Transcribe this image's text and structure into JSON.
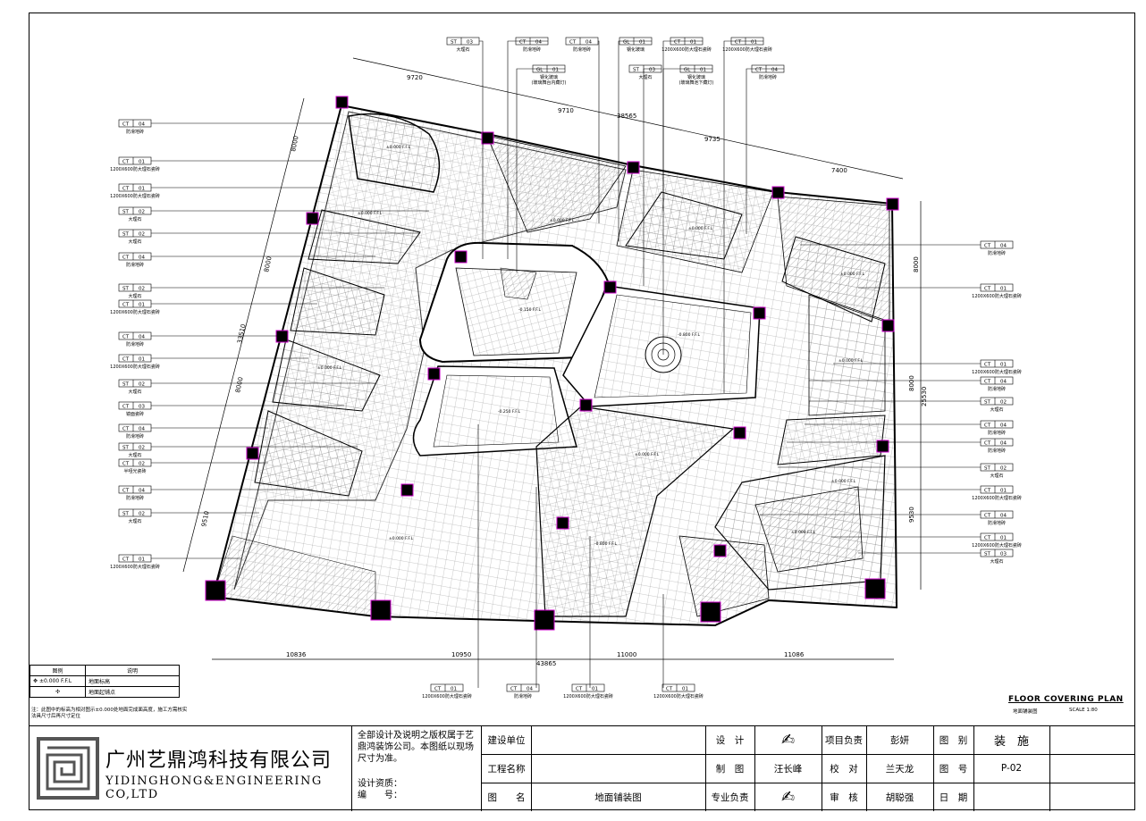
{
  "labels": {
    "ct04_a": {
      "code": "CT",
      "num": "04",
      "desc": "防滑地砖"
    },
    "ct01_b": {
      "code": "CT",
      "num": "01",
      "desc": "1200X600防大理石瓷砖"
    },
    "ct01_c": {
      "code": "CT",
      "num": "01",
      "desc": "1200X600防大理石瓷砖"
    },
    "st02_d": {
      "code": "ST",
      "num": "02",
      "desc": "大理石"
    },
    "st02_e": {
      "code": "ST",
      "num": "02",
      "desc": "大理石"
    },
    "ct04_f": {
      "code": "CT",
      "num": "04",
      "desc": "防滑地砖"
    },
    "st02_g": {
      "code": "ST",
      "num": "02",
      "desc": "大理石"
    },
    "ct01_h": {
      "code": "CT",
      "num": "01",
      "desc": "1200X600防大理石瓷砖"
    },
    "ct04_i": {
      "code": "CT",
      "num": "04",
      "desc": "防滑地砖"
    },
    "ct01_j": {
      "code": "CT",
      "num": "01",
      "desc": "1200X600防大理石瓷砖"
    },
    "st02_k": {
      "code": "ST",
      "num": "02",
      "desc": "大理石"
    },
    "ct03_l": {
      "code": "CT",
      "num": "03",
      "desc": "镜面瓷砖"
    },
    "ct04_m": {
      "code": "CT",
      "num": "04",
      "desc": "防滑地砖"
    },
    "st02_n": {
      "code": "ST",
      "num": "02",
      "desc": "大理石"
    },
    "ct02_o": {
      "code": "CT",
      "num": "02",
      "desc": "半哑光瓷砖"
    },
    "ct04_p": {
      "code": "CT",
      "num": "04",
      "desc": "防滑地砖"
    },
    "st02_q": {
      "code": "ST",
      "num": "02",
      "desc": "大理石"
    },
    "ct01_r": {
      "code": "CT",
      "num": "01",
      "desc": "1200X600防大理石瓷砖"
    },
    "st03_t1": {
      "code": "ST",
      "num": "03",
      "desc": "大理石"
    },
    "ct04_t2": {
      "code": "CT",
      "num": "04",
      "desc": "防滑地砖"
    },
    "gl01_t3": {
      "code": "GL",
      "num": "01",
      "desc": "钢化玻璃"
    },
    "ct04_t4": {
      "code": "CT",
      "num": "04",
      "desc": "防滑地砖"
    },
    "gl01_t5": {
      "code": "GL",
      "num": "01",
      "desc": "钢化玻璃",
      "desc2": "(玻璃舞台内藏灯)"
    },
    "ct01_t6": {
      "code": "CT",
      "num": "01",
      "desc": "1200X600防大理石瓷砖"
    },
    "ct01_t7": {
      "code": "CT",
      "num": "01",
      "desc": "1200X600防大理石瓷砖"
    },
    "st03_t8": {
      "code": "ST",
      "num": "03",
      "desc": "大理石"
    },
    "gl01_t9": {
      "code": "GL",
      "num": "01",
      "desc": "钢化玻璃",
      "desc2": "(玻璃舞池下藏灯)"
    },
    "ct04_t10": {
      "code": "CT",
      "num": "04",
      "desc": "防滑地砖"
    },
    "ct04_r1": {
      "code": "CT",
      "num": "04",
      "desc": "防滑地砖"
    },
    "ct01_r2": {
      "code": "CT",
      "num": "01",
      "desc": "1200X600防大理石瓷砖"
    },
    "ct01_r3": {
      "code": "CT",
      "num": "01",
      "desc": "1200X600防大理石瓷砖"
    },
    "ct04_r4": {
      "code": "CT",
      "num": "04",
      "desc": "防滑地砖"
    },
    "st02_r5": {
      "code": "ST",
      "num": "02",
      "desc": "大理石"
    },
    "ct04_r6": {
      "code": "CT",
      "num": "04",
      "desc": "防滑地砖"
    },
    "ct04_r7": {
      "code": "CT",
      "num": "04",
      "desc": "防滑地砖"
    },
    "st02_r8": {
      "code": "ST",
      "num": "02",
      "desc": "大理石"
    },
    "ct01_r9": {
      "code": "CT",
      "num": "01",
      "desc": "1200X600防大理石瓷砖"
    },
    "ct04_r10": {
      "code": "CT",
      "num": "04",
      "desc": "防滑地砖"
    },
    "ct01_r11": {
      "code": "CT",
      "num": "01",
      "desc": "1200X600防大理石瓷砖"
    },
    "st03_r12": {
      "code": "ST",
      "num": "03",
      "desc": "大理石"
    },
    "ct01_b1": {
      "code": "CT",
      "num": "01",
      "desc": "1200X600防大理石瓷砖"
    },
    "ct04_b2": {
      "code": "CT",
      "num": "04",
      "desc": "防滑地砖"
    },
    "ct01_b3": {
      "code": "CT",
      "num": "01",
      "desc": "1200X600防大理石瓷砖"
    },
    "ct01_b4": {
      "code": "CT",
      "num": "01",
      "desc": "1200X600防大理石瓷砖"
    }
  },
  "dims": {
    "top_9720": "9720",
    "top_9710": "9710",
    "top_38565": "38565",
    "top_9735": "9735",
    "top_7400": "7400",
    "left_8000a": "8000",
    "left_8000b": "8000",
    "left_33510": "33510",
    "left_8000c": "8000",
    "left_9510": "9510",
    "right_8000a": "8000",
    "right_8000b": "8000",
    "right_25530": "25530",
    "right_9530": "9530",
    "bot_10836": "10836",
    "bot_10950": "10950",
    "bot_11000": "11000",
    "bot_11086": "11086",
    "bot_43865": "43865"
  },
  "elevations": {
    "e1": "±0.000 F.F.L",
    "e2": "±0.000 F.F.L",
    "e3": "-0.150 F.F.L",
    "e4": "±0.000 F.F.L",
    "e5": "±0.000 F.F.L",
    "e6": "±0.000 F.F.L",
    "e7": "±0.000 F.F.L",
    "e8": "-0.800 F.F.L",
    "e9": "±0.000 F.F.L",
    "e10": "-0.250 F.F.L",
    "e11": "±0.000 F.F.L",
    "e12": "±0.000 F.F.L",
    "e13": "±0.000 F.F.L",
    "e14": "±0.000 F.F.L",
    "e15": "-0.800 F.F.L"
  },
  "legend": {
    "col1": "图例",
    "col2": "说明",
    "row1_symbol": "±0.000 F.F.L",
    "row1_desc": "地面标高",
    "row2_desc": "地面起铺点",
    "note": "注：此图中的标高为相对图示±0.000处地面完成面高度，施工方需核实法具尺寸后再尺寸定位"
  },
  "drawing": {
    "title": "FLOOR COVERING PLAN",
    "subtitle": "地面铺装图",
    "scale": "SCALE 1:80"
  },
  "titleblock": {
    "company_cn": "广州艺鼎鸿科技有限公司",
    "company_en": "YIDINGHONG&ENGINEERING CO,LTD",
    "copyright": "全部设计及说明之版权属于艺鼎鸿装饰公司。本图纸以现场尺寸为准。",
    "qual_label": "设计资质：",
    "num_label": "编　　号：",
    "client_label": "建设单位",
    "project_label": "工程名称",
    "drawing_label": "图　　名",
    "drawing_name": "地面铺装图",
    "design_label": "设　计",
    "draw_label": "制　图",
    "drafter": "汪长峰",
    "lead_label": "专业负责",
    "pm_label": "项目负责",
    "pm_name": "彭妍",
    "check_label": "校　对",
    "checker": "兰天龙",
    "review_label": "审　核",
    "reviewer": "胡聪强",
    "cat_label": "图　别",
    "cat_value": "装　施",
    "no_label": "图　号",
    "no_value": "P-02",
    "date_label": "日　期",
    "date_value": ""
  }
}
